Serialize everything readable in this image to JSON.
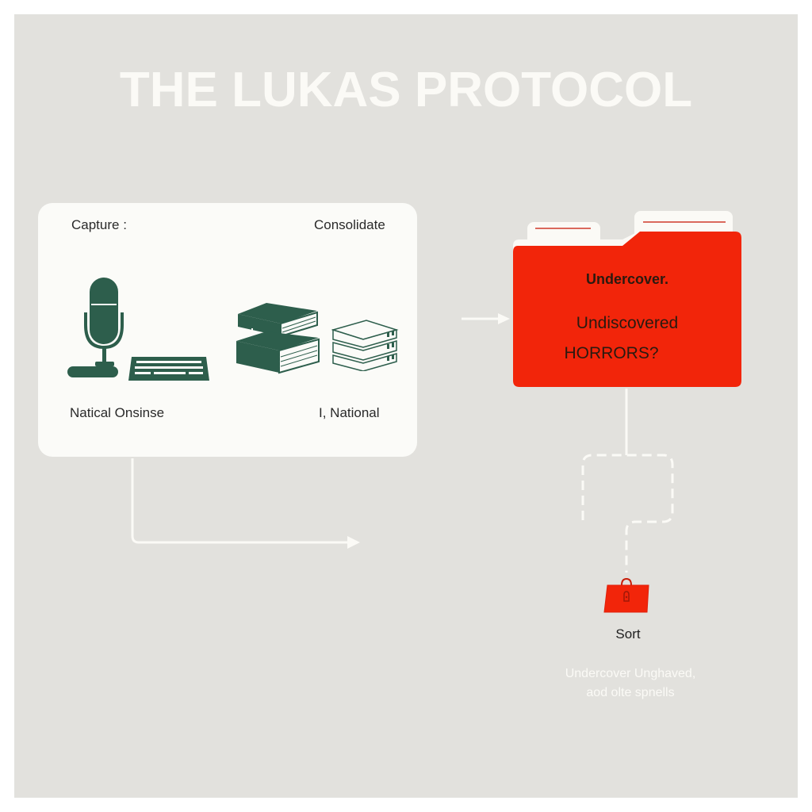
{
  "title": "THE LUKAS PROTOCOL",
  "colors": {
    "background": "#e2e1dd",
    "card": "#fbfbf8",
    "icon_green": "#2d5e4c",
    "accent_red": "#f2250a",
    "connector": "#fbfaf6"
  },
  "capture_card": {
    "top_left_label": "Capture :",
    "top_right_label": "Consolidate",
    "bottom_left_label": "Natical Onsinse",
    "bottom_right_label": "I, National",
    "icons": [
      "microphone-icon",
      "keyboard-icon",
      "book-stack-icon",
      "stacked-trays-icon"
    ]
  },
  "folder": {
    "heading": "Undercover.",
    "line1": "Undiscovered",
    "line2": "HORRORS?"
  },
  "sort_node": {
    "icon": "briefcase-lock-icon",
    "label": "Sort",
    "caption_line1": "Undercover Unghaved,",
    "caption_line2": "aod olte spnells"
  }
}
